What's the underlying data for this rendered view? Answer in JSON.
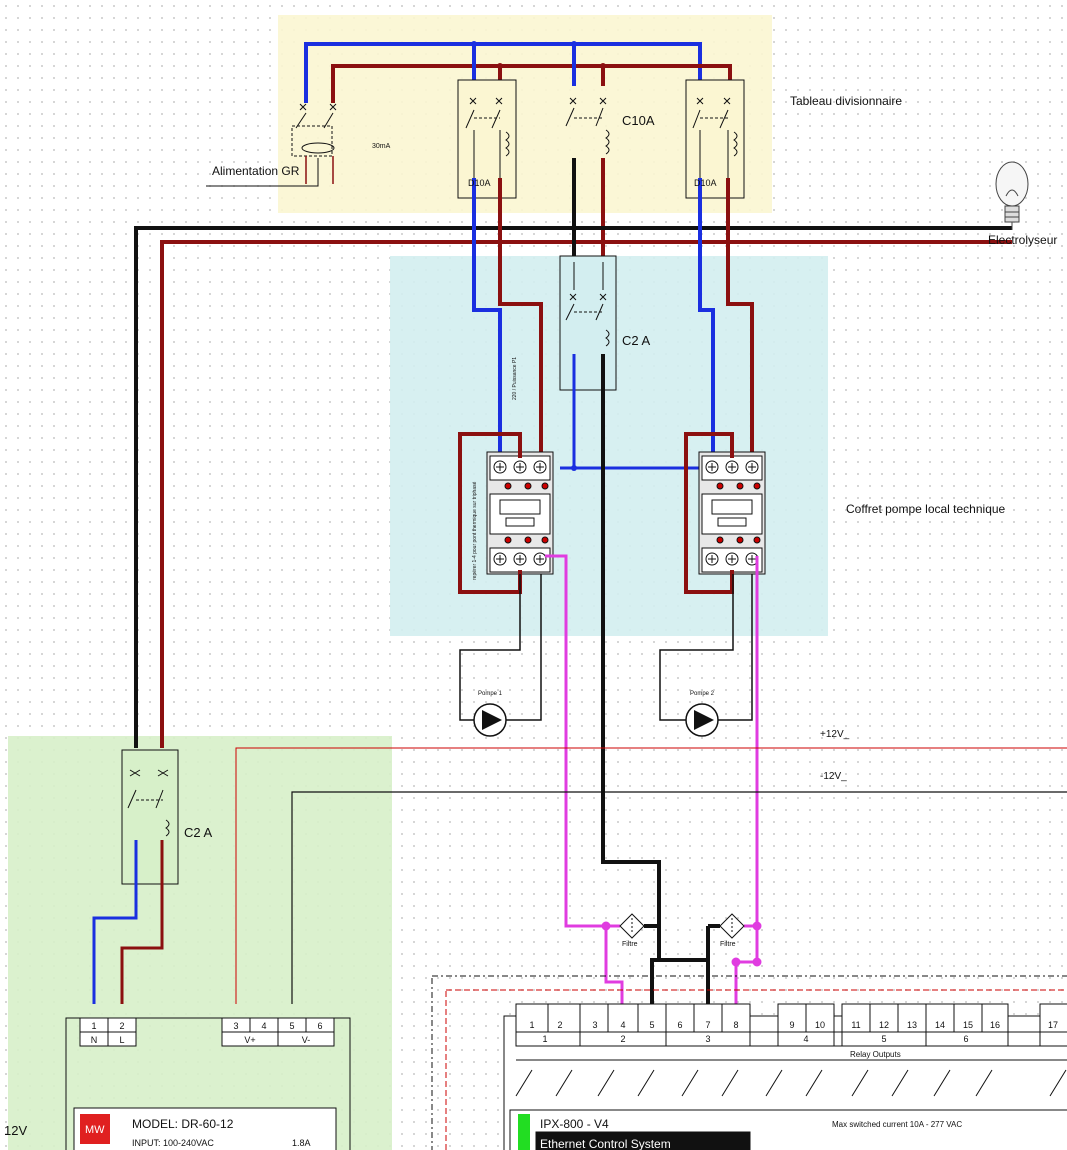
{
  "zones": {
    "tableau": "Tableau divisionnaire",
    "coffret": "Coffret pompe local technique"
  },
  "labels": {
    "alimentation": "Alimentation GR",
    "diff": "30mA",
    "breaker_c10": "C10A",
    "breaker_d10_left": "D10A",
    "breaker_d10_right": "D10A",
    "breaker_c2_top": "C2 A",
    "breaker_c2_bottom": "C2 A",
    "electrolyseur": "Electrolyseur",
    "pompe1": "Pompe 1",
    "pompe2": "Pompe 2",
    "filtre1": "Filtre",
    "filtre2": "Filtre",
    "plus12": "+12V_",
    "minus12": "-12V_",
    "voltage_left": "12V",
    "vertical_note": "220 / Puissance P1",
    "contactor_note": "repérer 1-4 pour pont thermique sur triphasé"
  },
  "psu": {
    "terminals": [
      "1",
      "2",
      "3",
      "4",
      "5",
      "6"
    ],
    "sub": [
      "N",
      "L",
      "V+",
      "V-"
    ],
    "brand": "MW",
    "model": "MODEL: DR-60-12",
    "input": "INPUT: 100-240VAC",
    "current": "1.8A"
  },
  "ipx": {
    "terminals": [
      "1",
      "2",
      "3",
      "4",
      "5",
      "6",
      "7",
      "8",
      "9",
      "10",
      "11",
      "12",
      "13",
      "14",
      "15",
      "16",
      "17"
    ],
    "relays": [
      "1",
      "2",
      "3",
      "4",
      "5",
      "6"
    ],
    "relay_outputs": "Relay Outputs",
    "title": "IPX-800 - V4",
    "subtitle": "Ethernet Control System",
    "max_current": "Max switched current 10A - 277 VAC"
  },
  "colors": {
    "blue": "#1a2fe0",
    "red": "#8b1010",
    "black": "#111111",
    "magenta": "#e03ce0",
    "zone_yellow": "#fbf6d2",
    "zone_cyan": "#d3eef0",
    "zone_green": "#d7f0c9"
  }
}
